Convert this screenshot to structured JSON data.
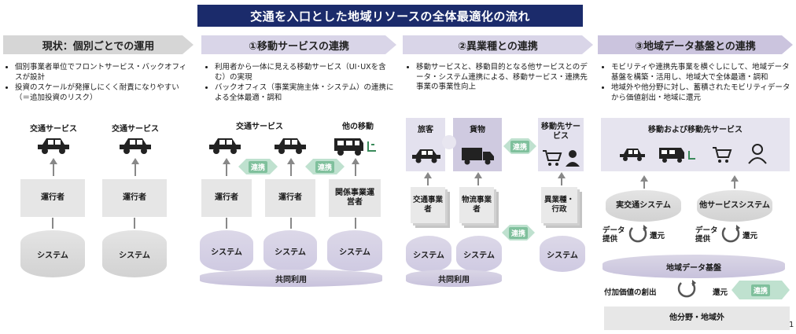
{
  "title": "交通を入口とした地域リソースの全体最適化の流れ",
  "page_number": "1",
  "sections": [
    {
      "header": "現状：個別ごとでの運用",
      "bullets": [
        "個別事業者単位でフロントサービス・バックオフィスが設計",
        "投資のスケールが発揮しにくく耐責になりやすい（＝追加投資のリスク）"
      ],
      "service_labels": [
        "交通サービス",
        "交通サービス"
      ],
      "operators": [
        "運行者",
        "運行者"
      ],
      "systems": [
        "システム",
        "システム"
      ]
    },
    {
      "header": "①移動サービスの連携",
      "bullets": [
        "利用者から一体に見える移動サービス（UI･UXを含む）の実現",
        "バックオフィス（事業実施主体・システム）の連携による全体最適・調和"
      ],
      "service_labels": [
        "交通サービス",
        "他の移動"
      ],
      "operators": [
        "運行者",
        "運行者",
        "関係事業運営者"
      ],
      "systems": [
        "システム",
        "システム",
        "システム"
      ],
      "link_label": "連携",
      "shared": "共同利用"
    },
    {
      "header": "②異業種との連携",
      "bullets": [
        "移動サービスと、移動目的となる他サービスとのデータ・システム連携による、移動サービス・連携先事業の事業性向上"
      ],
      "cards": [
        "旅客",
        "貨物",
        "移動先サービス"
      ],
      "operators": [
        "交通事業者",
        "物流事業者",
        "異業種・行政"
      ],
      "systems": [
        "システム",
        "システム",
        "システム"
      ],
      "link_label": "連携",
      "shared": "共同利用"
    },
    {
      "header": "③地域データ基盤との連携",
      "bullets": [
        "モビリティや連携先事業を横ぐしにして、地域データ基盤を構築・活用し、地域大で全体最適・調和",
        "地域外や他分野に対し、蓄積されたモビリティデータから価値創出・地域に還元"
      ],
      "services_title": "移動および移動先サービス",
      "systems": [
        "実交通システム",
        "他サービスシステム"
      ],
      "data_provide": "データ提供",
      "return_label": "還元",
      "platform": "地域データ基盤",
      "value_creation": "付加価値の創出",
      "link_label": "連携",
      "outside": "他分野・地域外"
    }
  ]
}
